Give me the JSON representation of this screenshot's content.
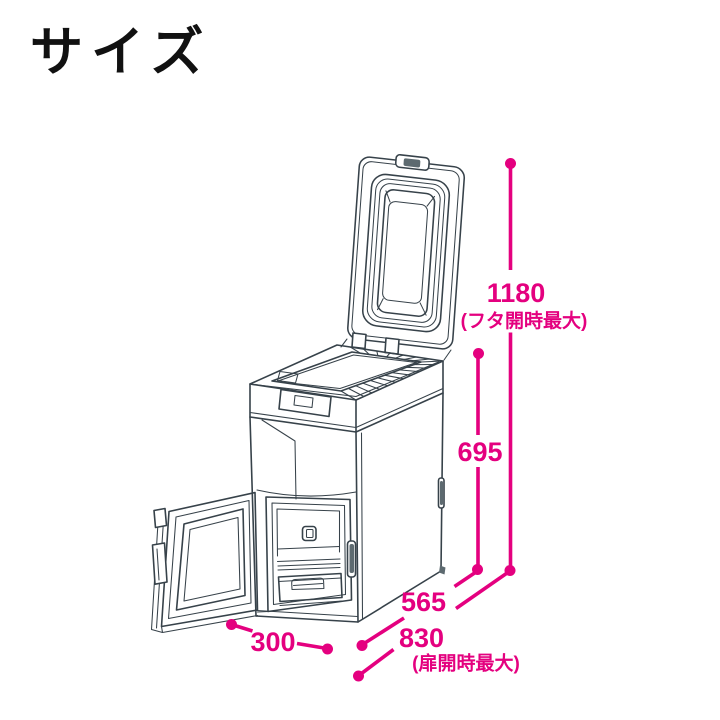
{
  "page": {
    "background_color": "#ffffff"
  },
  "header": {
    "title": "サイズ"
  },
  "illustration": {
    "description": "rice-stocker-line-drawing",
    "parts": {
      "lid": "open-lid",
      "body": "main-body",
      "door": "open-front-door",
      "drawer": "inner-drawer"
    }
  },
  "dimensions": {
    "height_max": {
      "value": "1180",
      "note": "(フタ開時最大)"
    },
    "body_height": {
      "value": "695"
    },
    "depth": {
      "value": "565"
    },
    "depth_max": {
      "value": "830",
      "note": "(扉開時最大)"
    },
    "door_width": {
      "value": "300"
    }
  },
  "colors": {
    "dimension_accent": "#e4007f",
    "line_art": "#37424a",
    "title_text": "#111111"
  }
}
